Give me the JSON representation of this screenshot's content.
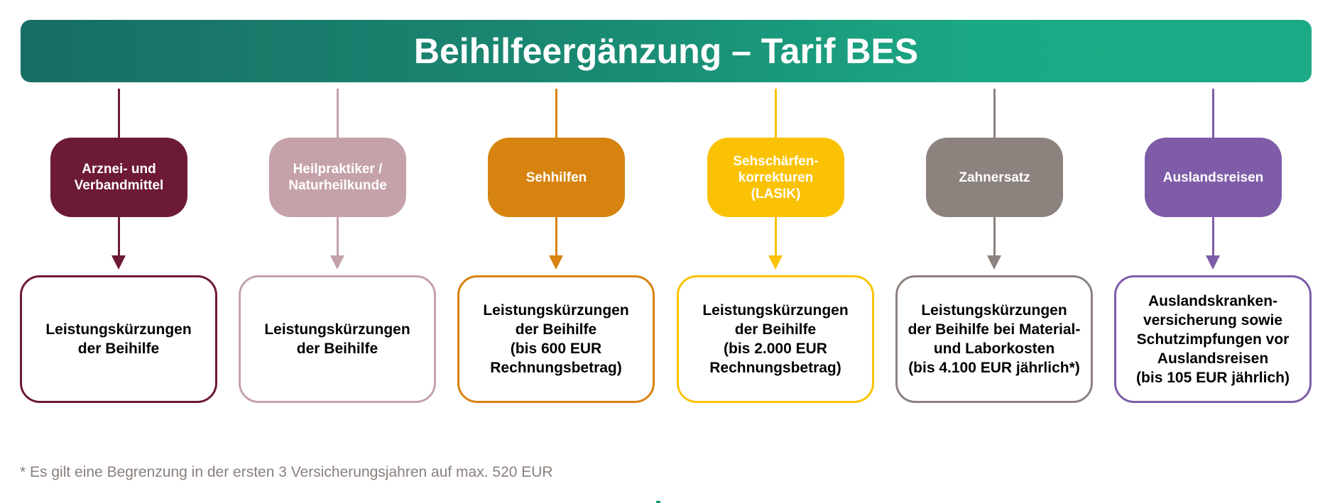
{
  "header": {
    "title": "Beihilfeergänzung – Tarif BES",
    "gradient_start": "#186e64",
    "gradient_end": "#1cab86"
  },
  "columns": [
    {
      "category": "Arznei- und\nVerbandmittel",
      "color": "#6d1a36",
      "result": "Leistungskürzungen\nder Beihilfe"
    },
    {
      "category": "Heilpraktiker /\nNaturheilkunde",
      "color": "#c5a2aa",
      "result": "Leistungskürzungen\nder Beihilfe"
    },
    {
      "category": "Sehhilfen",
      "color": "#d7830f",
      "result": "Leistungskürzungen\nder Beihilfe\n(bis 600 EUR\nRechnungsbetrag)"
    },
    {
      "category": "Sehschärfen-\nkorrekturen\n(LASIK)",
      "color": "#fbc203",
      "result": "Leistungskürzungen\nder Beihilfe\n(bis 2.000 EUR\nRechnungsbetrag)"
    },
    {
      "category": "Zahnersatz",
      "color": "#8c827e",
      "result": "Leistungskürzungen\nder Beihilfe bei Material-\nund Laborkosten\n(bis 4.100 EUR jährlich*)"
    },
    {
      "category": "Auslandsreisen",
      "color": "#7e5ca8",
      "result": "Auslandskranken-\nversicherung sowie\nSchutzimpfungen vor\nAuslandsreisen\n(bis 105 EUR jährlich)"
    }
  ],
  "footnote": "* Es gilt eine Begrenzung in der ersten 3 Versicherungsjahren auf max. 520 EUR"
}
